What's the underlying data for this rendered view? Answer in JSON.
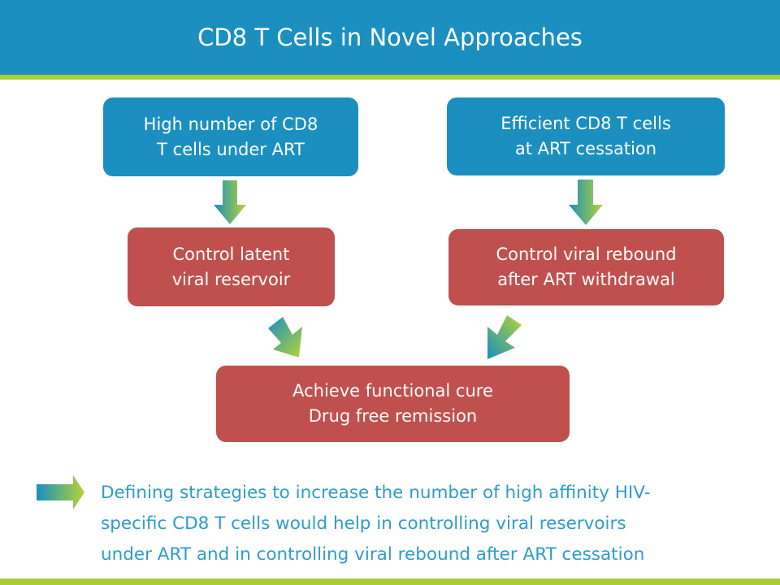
{
  "slide": {
    "title": "CD8 T Cells in Novel Approaches"
  },
  "boxes": {
    "b1": "High number of CD8\nT cells under ART",
    "b2": "Efficient CD8 T cells\nat ART cessation",
    "b3": "Control latent\nviral reservoir",
    "b4": "Control viral rebound\nafter ART withdrawal",
    "b5": "Achieve functional cure\nDrug free remission"
  },
  "note": "Defining strategies to increase the number of  high affinity HIV-\nspecific CD8 T cells would help in controlling viral reservoirs\nunder ART and in controlling viral rebound after ART cessation",
  "colors": {
    "header": "#1b8fbf",
    "accent_line": "#a9cd3a",
    "blue_box": "#1b8fbf",
    "red_box": "#c0504d",
    "note_text": "#2e9cc8",
    "arrow_gradient": [
      "#1b8fbf",
      "#b5d334"
    ]
  }
}
